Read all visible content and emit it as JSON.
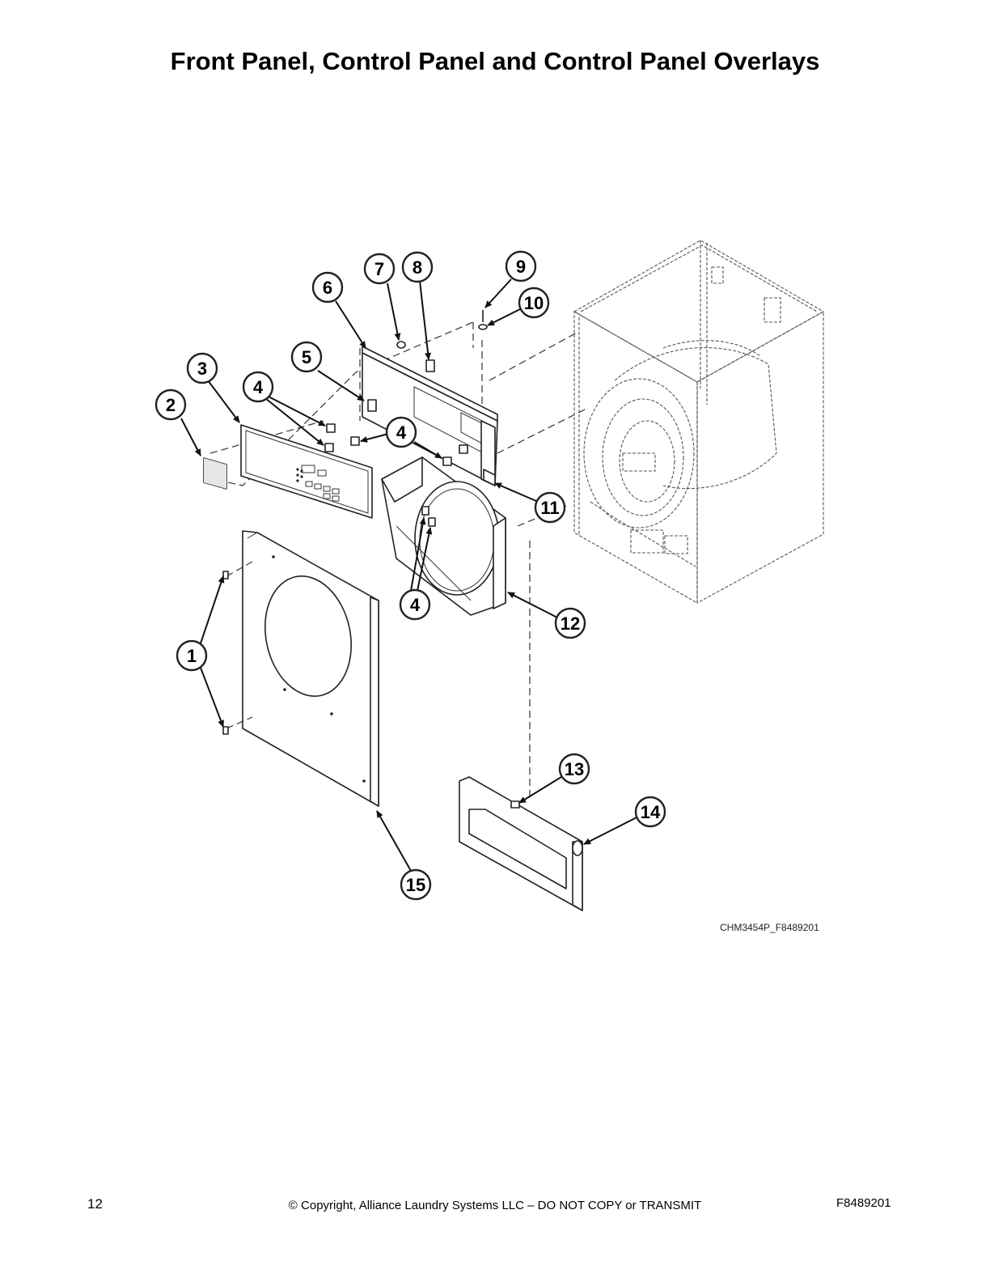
{
  "page": {
    "title": "Front Panel, Control Panel and Control Panel Overlays",
    "drawing_code": "CHM3454P_F8489201",
    "footer": {
      "page_number": "12",
      "copyright": "© Copyright, Alliance Laundry Systems LLC – DO NOT COPY or TRANSMIT",
      "doc_number": "F8489201"
    }
  },
  "callouts": [
    "1",
    "2",
    "3",
    "4",
    "4",
    "4",
    "5",
    "6",
    "7",
    "8",
    "9",
    "10",
    "11",
    "12",
    "13",
    "14",
    "15"
  ]
}
